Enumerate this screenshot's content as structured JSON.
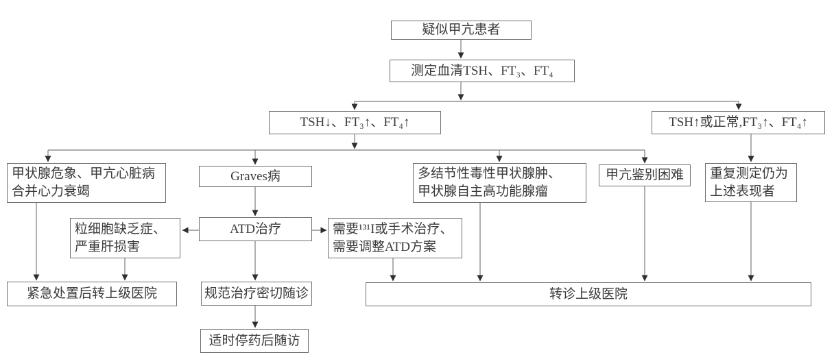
{
  "flowchart": {
    "nodes": {
      "suspected": "疑似甲亢患者",
      "measure": "测定血清TSH、FT₃、FT₄",
      "tsh_low": "TSH↓、FT₃↑、FT₄↑",
      "tsh_high": "TSH↑或正常,FT₃↑、FT₄↑",
      "crisis": "甲状腺危象、甲亢心脏病\n合并心力衰竭",
      "graves": "Graves病",
      "nodular": "多结节性毒性甲状腺肿、\n甲状腺自主高功能腺瘤",
      "difficult": "甲亢鉴别困难",
      "repeat": "重复测定仍为\n上述表现者",
      "agran": "粒细胞缺乏症、\n严重肝损害",
      "atd": "ATD治疗",
      "need131": "需要¹³¹I或手术治疗、\n需要调整ATD方案",
      "emergency": "紧急处置后转上级医院",
      "standard": "规范治疗密切随诊",
      "refer": "转诊上级医院",
      "stop": "适时停药后随访"
    },
    "colors": {
      "box_border": "#6e6e6e",
      "connector_line": "#7c7c7c",
      "arrowhead": "#2f2f2f",
      "text": "#3a3a3a",
      "background": "#ffffff"
    }
  }
}
